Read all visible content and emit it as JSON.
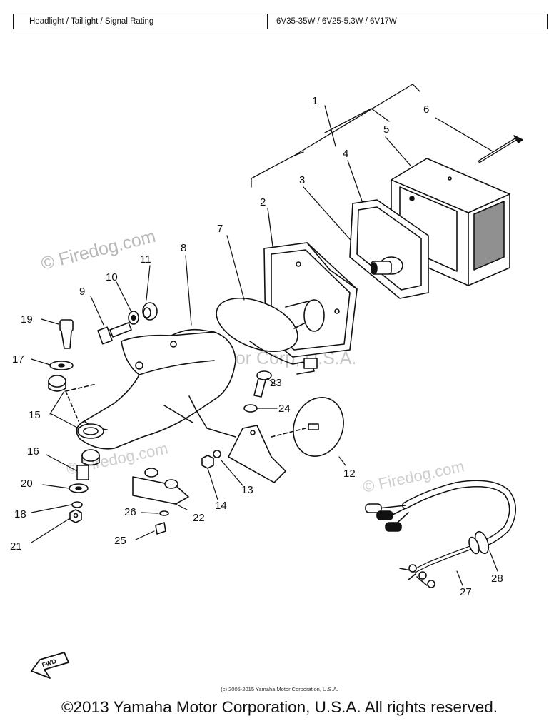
{
  "spec": {
    "label": "Headlight / Taillight / Signal Rating",
    "value": "6V35-35W / 6V25-5.3W / 6V17W"
  },
  "parts": [
    "1",
    "2",
    "3",
    "4",
    "5",
    "6",
    "7",
    "8",
    "9",
    "10",
    "11",
    "12",
    "13",
    "14",
    "15",
    "16",
    "17",
    "18",
    "19",
    "20",
    "21",
    "22",
    "23",
    "24",
    "25",
    "26",
    "27",
    "28"
  ],
  "fwd_label": "FWD",
  "watermarks": [
    "© Firedog.com",
    "Yamaha Motor Corp, U.S.A.",
    "© Firedog.com",
    "© Firedog.com"
  ],
  "small_copyright": "(c) 2005-2015 Yamaha Motor Corporation, U.S.A.",
  "copyright": "©2013 Yamaha Motor Corporation, U.S.A. All rights reserved."
}
